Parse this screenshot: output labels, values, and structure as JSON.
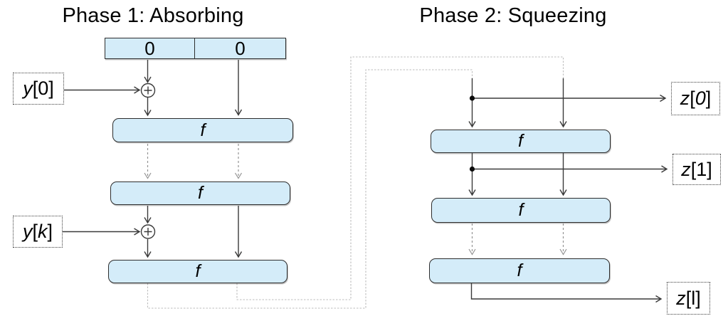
{
  "diagram": {
    "phase1_title": "Phase 1: Absorbing",
    "phase2_title": "Phase 2: Squeezing",
    "state_cells": [
      "0",
      "0"
    ],
    "f_label": "f",
    "labels": {
      "y0": {
        "parts": [
          {
            "t": "y",
            "i": true
          },
          {
            "t": "[",
            "i": false
          },
          {
            "t": "0",
            "i": false
          },
          {
            "t": "]",
            "i": false
          }
        ]
      },
      "yk": {
        "parts": [
          {
            "t": "y",
            "i": true
          },
          {
            "t": "[",
            "i": false
          },
          {
            "t": "k",
            "i": true
          },
          {
            "t": "]",
            "i": false
          }
        ]
      },
      "z0": {
        "parts": [
          {
            "t": "z",
            "i": true
          },
          {
            "t": "[",
            "i": false
          },
          {
            "t": "0",
            "i": true
          },
          {
            "t": "]",
            "i": false
          }
        ]
      },
      "z1": {
        "parts": [
          {
            "t": "z",
            "i": true
          },
          {
            "t": "[",
            "i": false
          },
          {
            "t": "1",
            "i": false
          },
          {
            "t": "]",
            "i": false
          }
        ]
      },
      "zl": {
        "parts": [
          {
            "t": "z",
            "i": true
          },
          {
            "t": "[",
            "i": false
          },
          {
            "t": "l",
            "i": false
          },
          {
            "t": "]",
            "i": false
          }
        ]
      }
    },
    "icons": {
      "xor": "xor-gate-icon",
      "branch": "branch-dot-icon",
      "arrowhead": "open-chevron-arrowhead"
    },
    "colors": {
      "box_fill": "#d4ecf9",
      "box_border": "#2d2d2d",
      "line_dark": "#3a3a3a",
      "line_gray": "#949494",
      "line_feedback": "#bdbdbd",
      "background": "#ffffff",
      "text": "#000000"
    }
  }
}
